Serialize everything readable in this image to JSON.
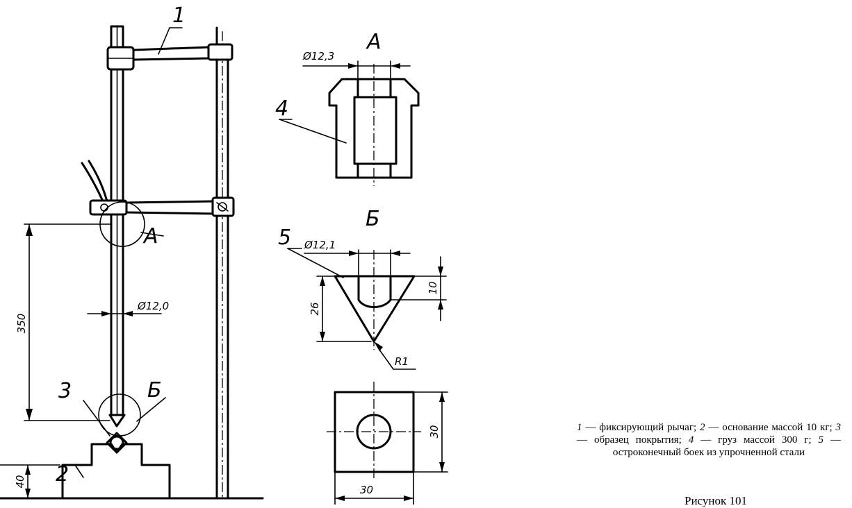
{
  "labels": {
    "lever": "1",
    "base": "2",
    "sample": "3",
    "weight": "4",
    "striker": "5",
    "detail_a": "А",
    "detail_b": "Б"
  },
  "dimensions": {
    "weight_bore": "Ø12,3",
    "striker_shank": "Ø12,1",
    "rod": "Ø12,0",
    "drop_height": "350",
    "base_height": "40",
    "striker_total": "26",
    "striker_top": "10",
    "tip_radius": "R1",
    "block_height": "30",
    "block_width": "30"
  },
  "legend": {
    "n1": "1",
    "t1": " — фиксирующий рычаг; ",
    "n2": "2",
    "t2": " — основание массой 10 кг; ",
    "n3": "3",
    "t3": " — образец покрытия; ",
    "n4": "4",
    "t4": " — груз массой 300 г; ",
    "n5": "5",
    "t5": " — остроконечный боек из упрочненной стали"
  },
  "caption": "Рисунок 101"
}
